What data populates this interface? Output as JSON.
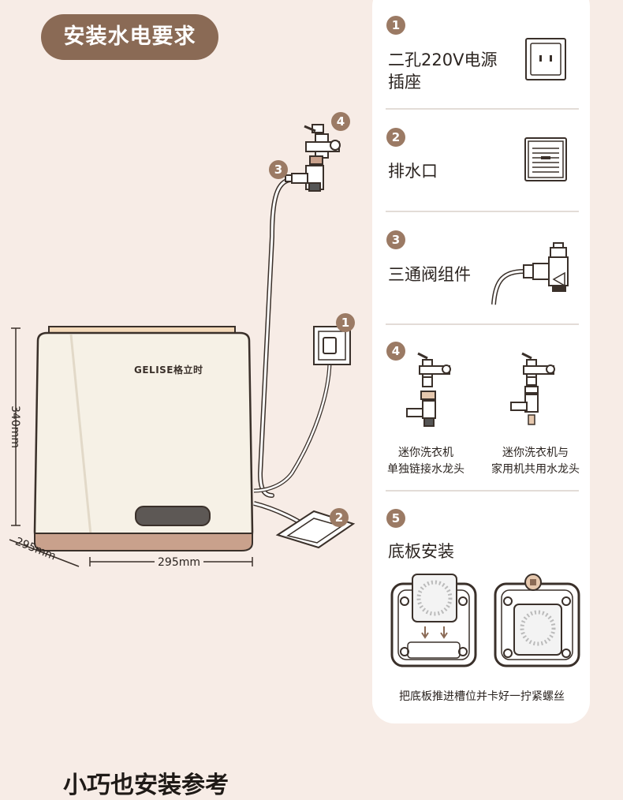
{
  "title": "安装水电要求",
  "brand": "GELISE格立时",
  "dimensions": {
    "height": "340mm",
    "depth": "295mm",
    "width": "295mm"
  },
  "markers": [
    "1",
    "2",
    "3",
    "4"
  ],
  "steps": [
    {
      "num": "1",
      "label_line1": "二孔220V电源",
      "label_line2": "插座",
      "icon": "power-socket-icon"
    },
    {
      "num": "2",
      "label": "排水口",
      "icon": "floor-drain-icon"
    },
    {
      "num": "3",
      "label": "三通阀组件",
      "icon": "three-way-valve-icon"
    },
    {
      "num": "4",
      "caption_left_1": "迷你洗衣机",
      "caption_left_2": "单独链接水龙头",
      "caption_right_1": "迷你洗衣机与",
      "caption_right_2": "家用机共用水龙头",
      "icon": "faucet-icon"
    },
    {
      "num": "5",
      "label": "底板安装",
      "caption": "把底板推进槽位并卡好一拧紧螺丝",
      "icon": "base-plate-icon"
    }
  ],
  "bottom_text": "小巧也安装参考",
  "colors": {
    "accent": "#9b7a64",
    "pill": "#8a6a55",
    "background": "#f7ece6",
    "panel": "#ffffff",
    "body": "#f6f1e6",
    "base": "#c9a18c"
  }
}
